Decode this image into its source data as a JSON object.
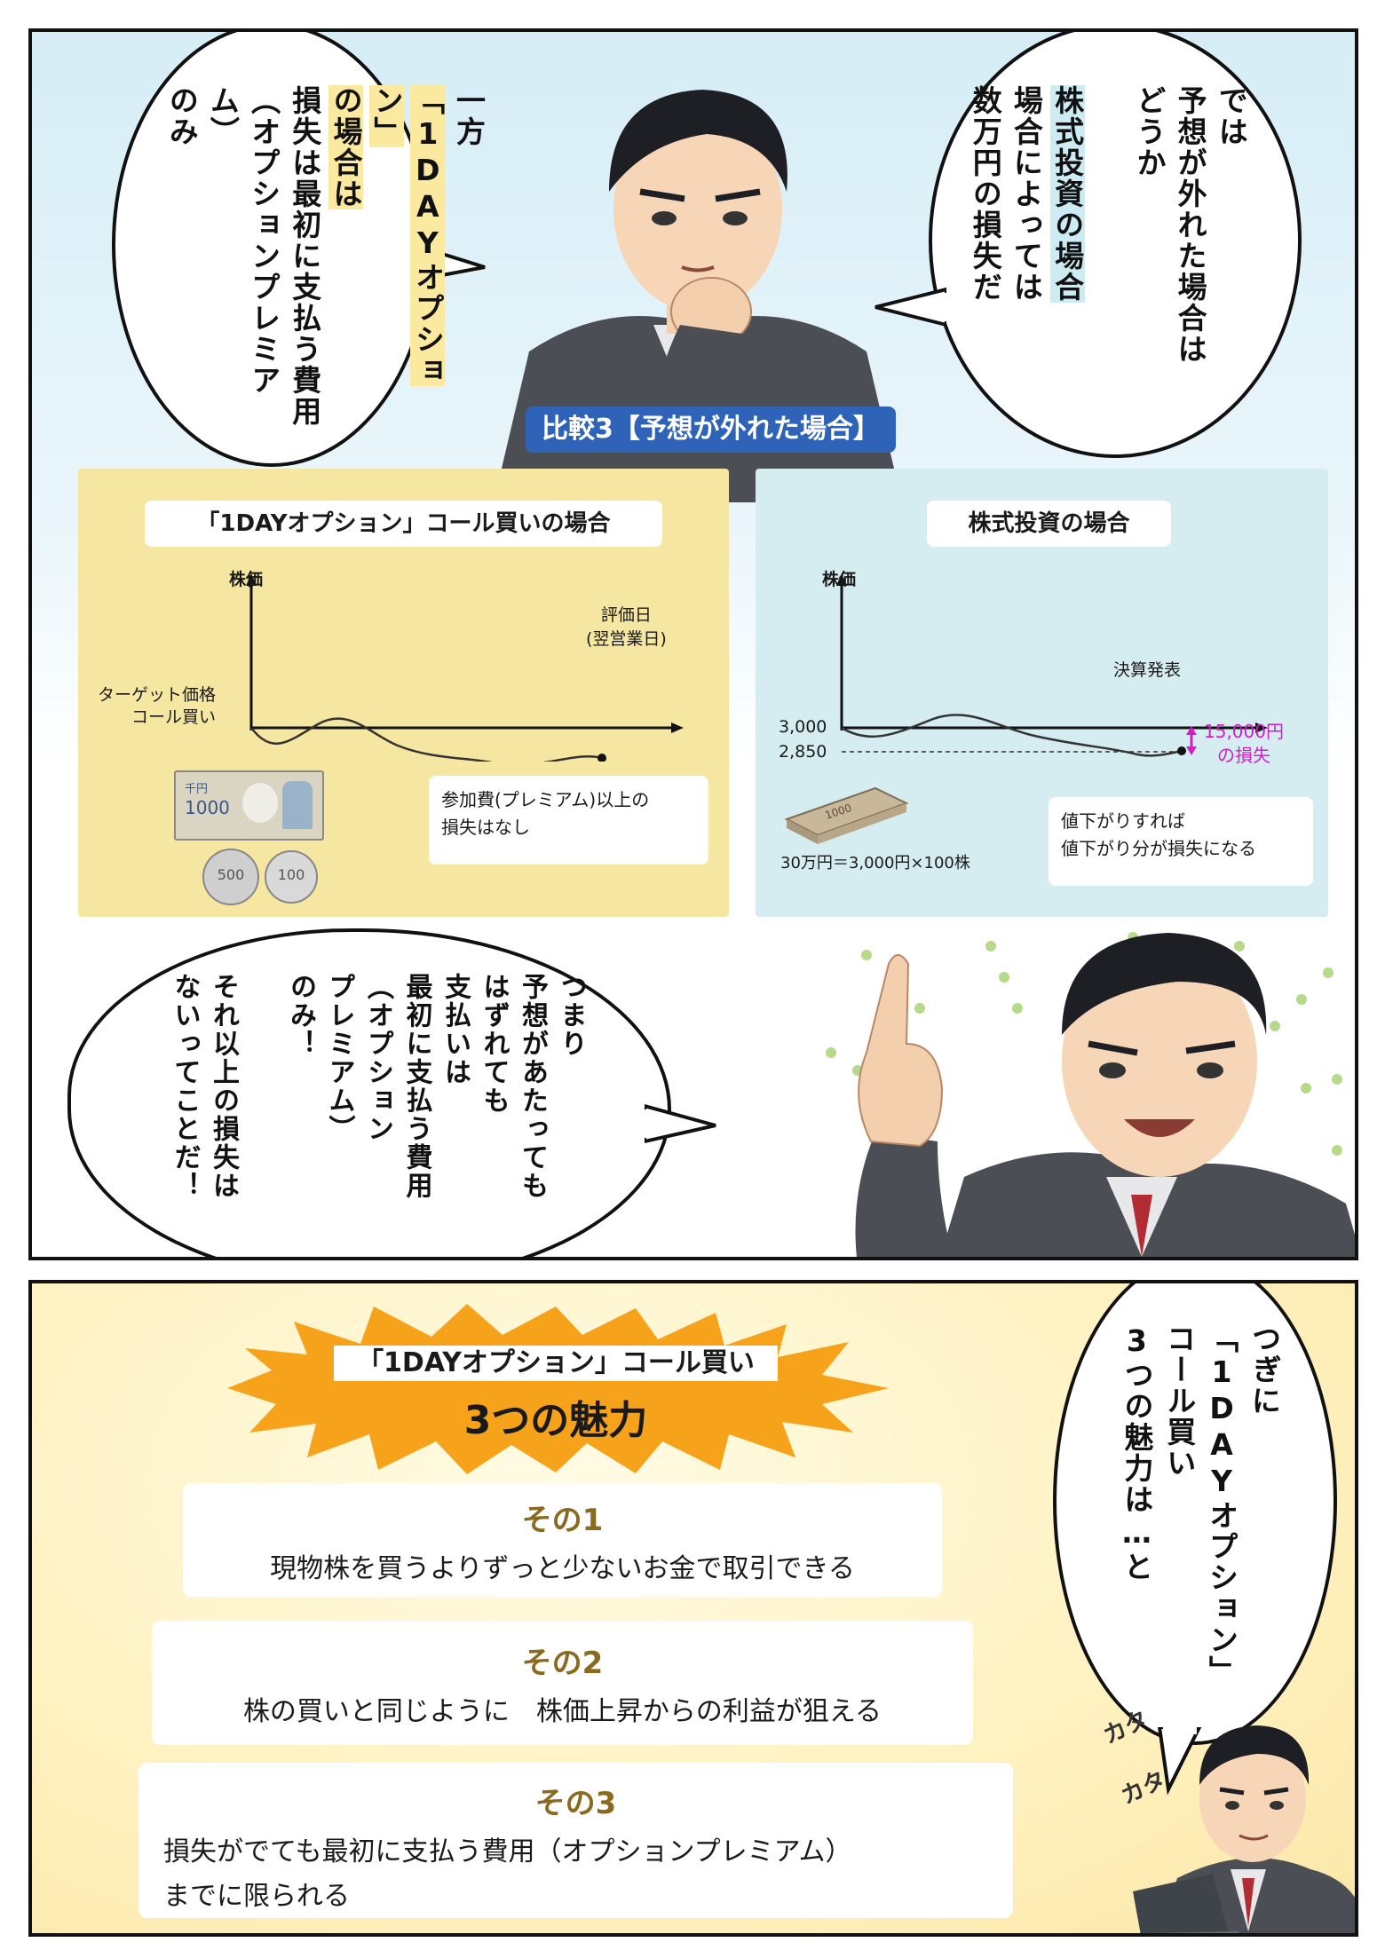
{
  "top": {
    "bubble_left": {
      "l1": "一方",
      "l2": "「1DAYオプション」",
      "l3": "の場合は",
      "l4": "損失は最初に支払う費用",
      "l5": "（オプションプレミアム）",
      "l6": "のみ"
    },
    "bubble_right": {
      "l1": "では",
      "l2": "予想が外れた場合は",
      "l3": "どうか",
      "l4": "株式投資の場合",
      "l5": "場合によっては",
      "l6": "数万円の損失だ"
    },
    "comparison_banner": "比較3【予想が外れた場合】",
    "option_box": {
      "title": "「1DAYオプション」コール買いの場合",
      "y_axis_label": "株価",
      "eval_day_label": "評価日",
      "eval_day_sub": "(翌営業日)",
      "target_label_1": "ターゲット価格",
      "target_label_2": "コール買い",
      "bill_text_1": "千円",
      "bill_text_2": "1000",
      "coin_500": "500",
      "coin_100": "100",
      "note_1": "参加費(プレミアム)以上の",
      "note_2": "損失はなし"
    },
    "stock_box": {
      "title": "株式投資の場合",
      "y_axis_label": "株価",
      "event_label": "決算発表",
      "tick_high": "3,000",
      "tick_low": "2,850",
      "loss_amount": "15,000円",
      "loss_word": "の損失",
      "money_caption": "30万円＝3,000円×100株",
      "note_1": "値下がりすれば",
      "note_2": "値下がり分が損失になる",
      "bundle_text": "1000"
    },
    "bubble_lower": {
      "c1": "つまり",
      "c2": "予想があたっても",
      "c3": "はずれても",
      "c4": "支払いは",
      "c5": "最初に支払う費用",
      "c6": "（オプション",
      "c7": "プレミアム）",
      "c8": "のみ！",
      "c9": "それ以上の損失は",
      "c10": "ないってことだ！"
    }
  },
  "bottom": {
    "burst_line1": "「1DAYオプション」コール買い",
    "burst_line2": "3つの魅力",
    "points": [
      {
        "label": "その1",
        "text": "現物株を買うよりずっと少ないお金で取引できる"
      },
      {
        "label": "その2",
        "text": "株の買いと同じように　株価上昇からの利益が狙える"
      },
      {
        "label": "その3",
        "text": "損失がでても最初に支払う費用（オプションプレミアム）",
        "text2": "までに限られる"
      }
    ],
    "bubble": {
      "l1": "つぎに",
      "l2": "「1DAYオプション」",
      "l3": "コール買い",
      "l4": "3つの魅力は…と"
    },
    "sfx1": "カタ",
    "sfx2": "カタ"
  },
  "colors": {
    "option_box_bg": "#f5e7a1",
    "stock_box_bg": "#d5ecf0",
    "banner_bg": "#2e63b8",
    "label_brown": "#8a6a1f",
    "loss_magenta": "#d21ec8",
    "burst_orange": "#f7a21b"
  }
}
